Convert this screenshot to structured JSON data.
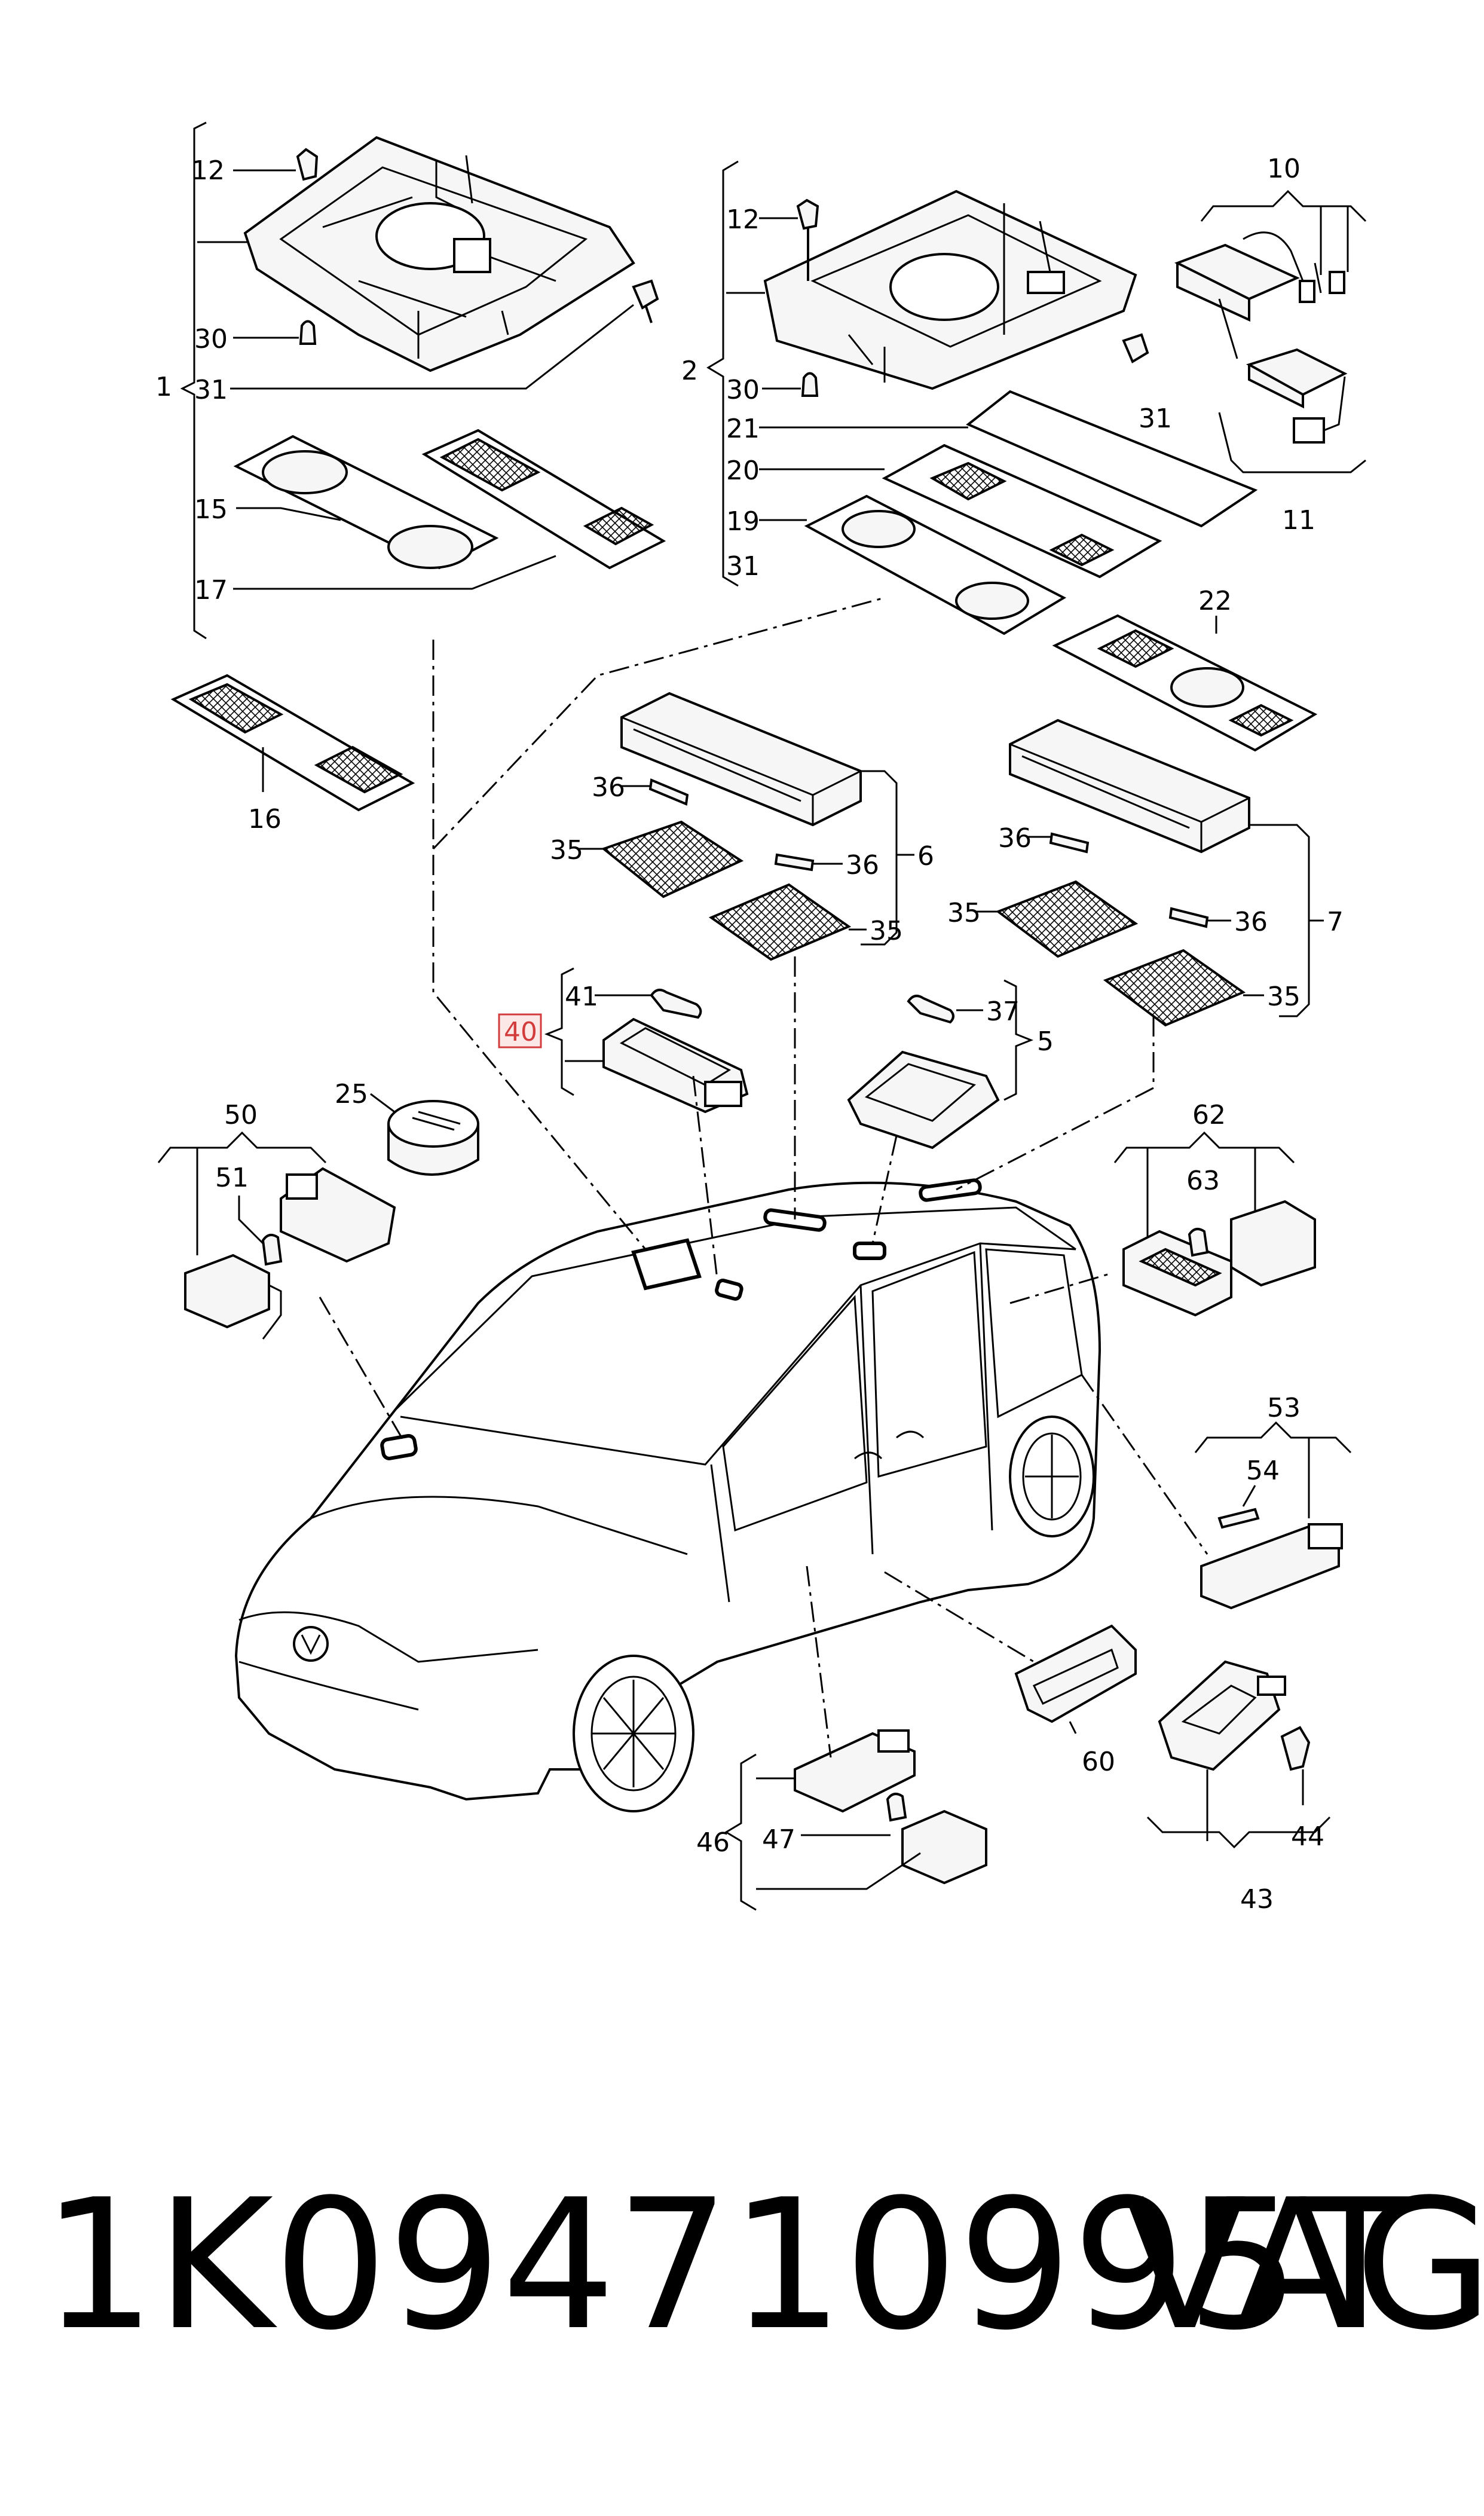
{
  "labels": {
    "l1": "1",
    "l2": "2",
    "l5": "5",
    "l6": "6",
    "l7": "7",
    "l10": "10",
    "l11": "11",
    "l12a": "12",
    "l12b": "12",
    "l15": "15",
    "l16": "16",
    "l17": "17",
    "l19": "19",
    "l20": "20",
    "l21": "21",
    "l22": "22",
    "l25": "25",
    "l30a": "30",
    "l30b": "30",
    "l31a": "31",
    "l31b": "31",
    "l31c": "31",
    "l35a": "35",
    "l35b": "35",
    "l35c": "35",
    "l35d": "35",
    "l36a": "36",
    "l36b": "36",
    "l36c": "36",
    "l36d": "36",
    "l37": "37",
    "l40": "40",
    "l41": "41",
    "l43": "43",
    "l44": "44",
    "l46": "46",
    "l47": "47",
    "l50": "50",
    "l51": "51",
    "l53": "53",
    "l54": "54",
    "l60": "60",
    "l62": "62",
    "l63": "63"
  },
  "highlighted_part": "40",
  "highlight_color": "#d23c3c",
  "footer": {
    "part_number": "1K094710995T",
    "brand": "VAG"
  }
}
